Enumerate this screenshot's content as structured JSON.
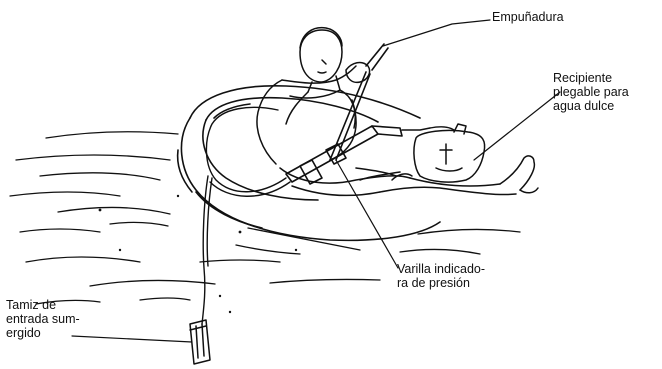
{
  "labels": {
    "grip": "Empuñadura",
    "container": [
      "Recipiente",
      "plegable para",
      "agua dulce"
    ],
    "pressure_rod": [
      "Varilla indicado-",
      "ra de presión"
    ],
    "strainer": [
      "Tamiz de",
      "entrada sum-",
      "ergido"
    ]
  }
}
